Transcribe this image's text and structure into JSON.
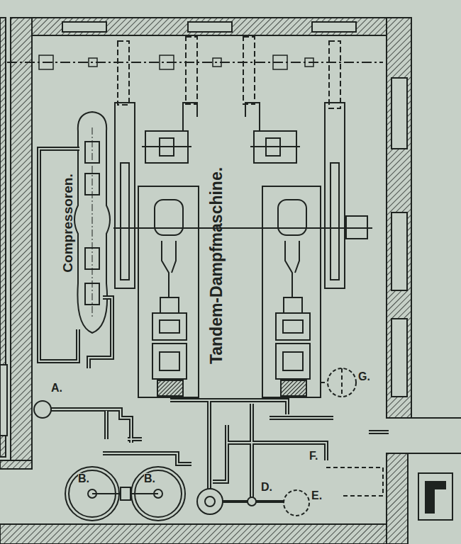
{
  "diagram": {
    "labels": [
      "Compressoren.",
      "Tandem-Dampfmaschine.",
      "A.",
      "B.",
      "B.",
      "D.",
      "E.",
      "F.",
      "G."
    ]
  }
}
